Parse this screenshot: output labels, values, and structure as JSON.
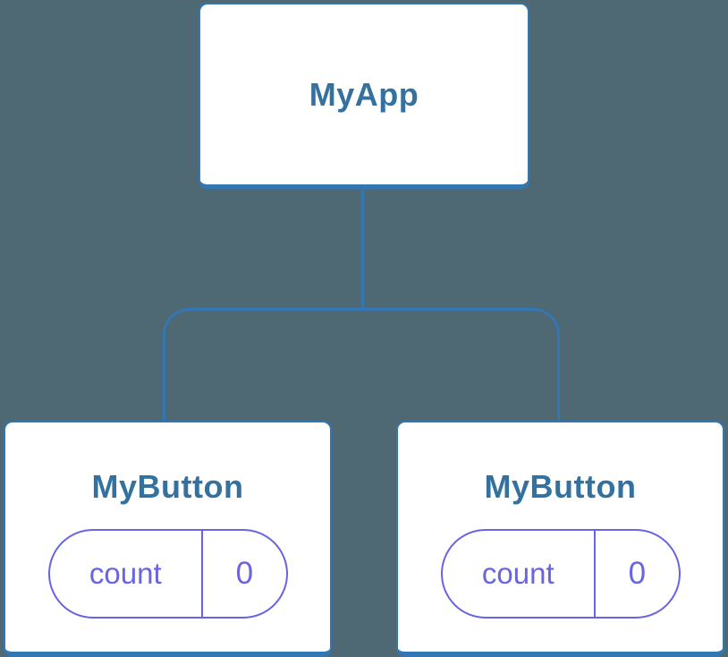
{
  "colors": {
    "background": "#4E6973",
    "line_blue": "#3377B2",
    "title_blue": "#35719F",
    "state_purple": "#6964E2",
    "node_background": "#FFFFFF"
  },
  "tree": {
    "root": {
      "label": "MyApp"
    },
    "children": [
      {
        "label": "MyButton",
        "state": {
          "key": "count",
          "value": "0"
        }
      },
      {
        "label": "MyButton",
        "state": {
          "key": "count",
          "value": "0"
        }
      }
    ]
  }
}
